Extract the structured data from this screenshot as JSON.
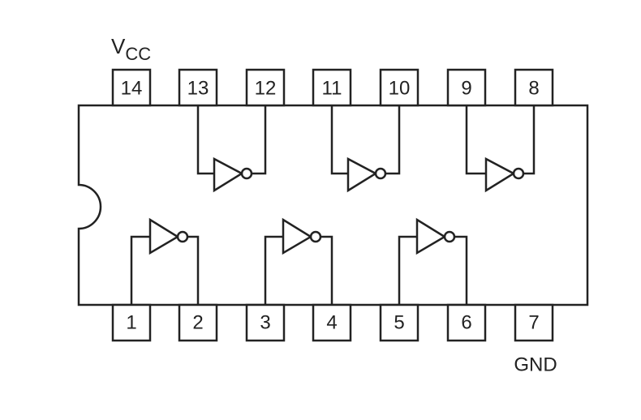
{
  "colors": {
    "stroke": "#222222",
    "background": "#ffffff"
  },
  "labels": {
    "vcc_main": "V",
    "vcc_sub": "CC",
    "gnd": "GND"
  },
  "pins": {
    "top": [
      "14",
      "13",
      "12",
      "11",
      "10",
      "9",
      "8"
    ],
    "bottom": [
      "1",
      "2",
      "3",
      "4",
      "5",
      "6",
      "7"
    ]
  },
  "gates": {
    "upper": [
      {
        "input_pin": "13",
        "output_pin": "12"
      },
      {
        "input_pin": "11",
        "output_pin": "10"
      },
      {
        "input_pin": "9",
        "output_pin": "8"
      }
    ],
    "lower": [
      {
        "input_pin": "1",
        "output_pin": "2"
      },
      {
        "input_pin": "3",
        "output_pin": "4"
      },
      {
        "input_pin": "5",
        "output_pin": "6"
      }
    ]
  }
}
